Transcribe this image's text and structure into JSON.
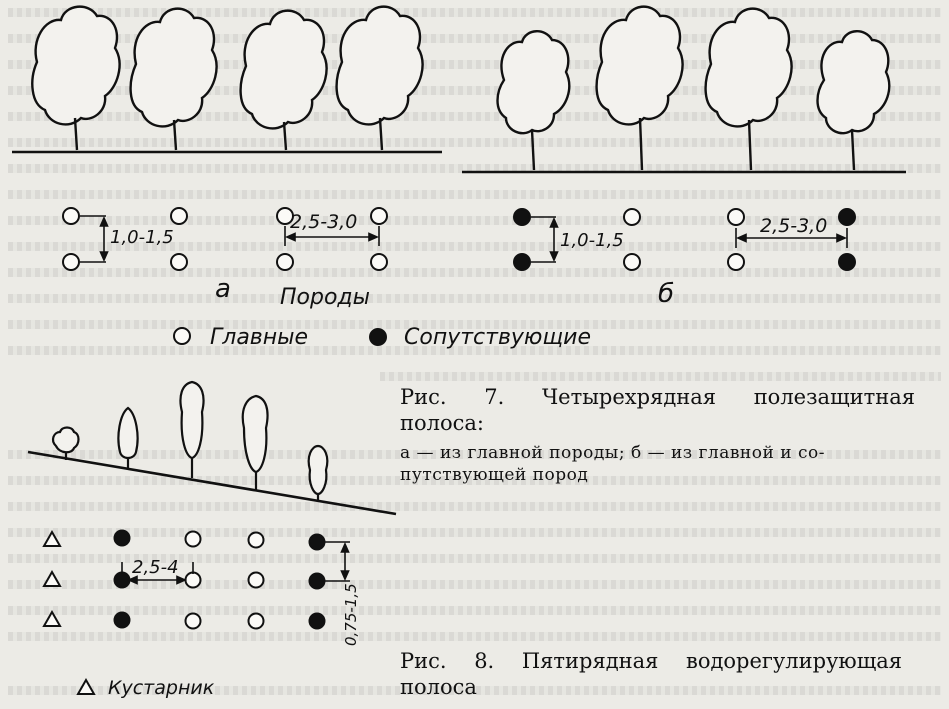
{
  "fig7": {
    "caption_label": "Рис.",
    "caption_number": "7.",
    "caption_title_1": "Четырехрядная",
    "caption_title_2": "полезащитная",
    "caption_title_3": "полоса:",
    "caption_desc_1": "а — из главной породы; б — из главной и со-",
    "caption_desc_2": "путствующей пород",
    "label_a": "а",
    "label_b": "б",
    "legend_title": "Породы",
    "legend_main": "Главные",
    "legend_companion": "Сопутствующие",
    "dim_a_vertical": "1,0-1,5",
    "dim_a_horizontal": "2,5-3,0",
    "dim_b_vertical": "1,0-1,5",
    "dim_b_horizontal": "2,5-3,0"
  },
  "fig8": {
    "caption_label": "Рис.",
    "caption_number": "8.",
    "caption_title_1": "Пятирядная",
    "caption_title_2": "водорегулирующая",
    "caption_title_3": "полоса",
    "dim_horizontal": "2,5-4",
    "dim_vertical": "0,75-1,5",
    "legend_shrub": "Кустарник"
  },
  "colors": {
    "paper": "#ecebe6",
    "ink": "#1a1a1a"
  }
}
